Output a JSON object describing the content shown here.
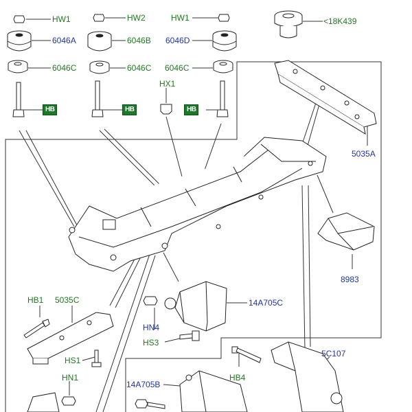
{
  "labels": {
    "hw1_a": "HW1",
    "hw2": "HW2",
    "hw1_b": "HW1",
    "k18k439": "<18K439",
    "p6046a": "6046A",
    "p6046b": "6046B",
    "p6046d": "6046D",
    "p6046c_a": "6046C",
    "p6046c_b": "6046C",
    "p6046c_c": "6046C",
    "hx1": "HX1",
    "hb_tag_a": "HB",
    "hb_tag_b": "HB",
    "hb_tag_c": "HB",
    "p5035a": "5035A",
    "p8983": "8983",
    "hb1": "HB1",
    "p5035c": "5035C",
    "p14a705c": "14A705C",
    "hn4": "HN4",
    "hs3": "HS3",
    "hs1": "HS1",
    "hn1": "HN1",
    "p5c107": "5C107",
    "hb4": "HB4",
    "p14a705b": "14A705B"
  },
  "colors": {
    "green_label": "#1e7a1e",
    "blue_label": "#1f35a8",
    "tag_bg": "#1a7a2a",
    "line": "#2a2a2a"
  }
}
